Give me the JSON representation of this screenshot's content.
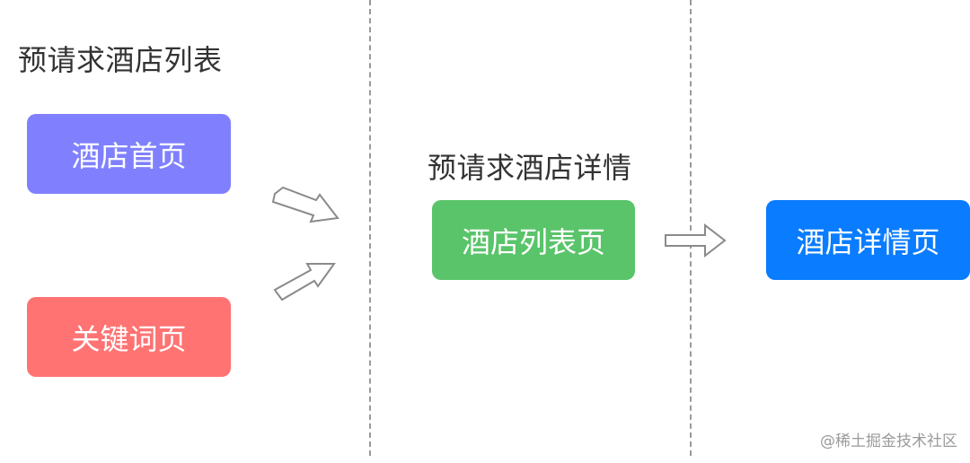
{
  "headings": {
    "prefetch_list": "预请求酒店列表",
    "prefetch_detail": "预请求酒店详情"
  },
  "boxes": {
    "hotel_home": {
      "label": "酒店首页",
      "color": "#8080ff"
    },
    "keyword": {
      "label": "关键词页",
      "color": "#ff7373"
    },
    "hotel_list": {
      "label": "酒店列表页",
      "color": "#5ac46a"
    },
    "hotel_detail": {
      "label": "酒店详情页",
      "color": "#0a7cff"
    }
  },
  "watermark": "@稀土掘金技术社区"
}
